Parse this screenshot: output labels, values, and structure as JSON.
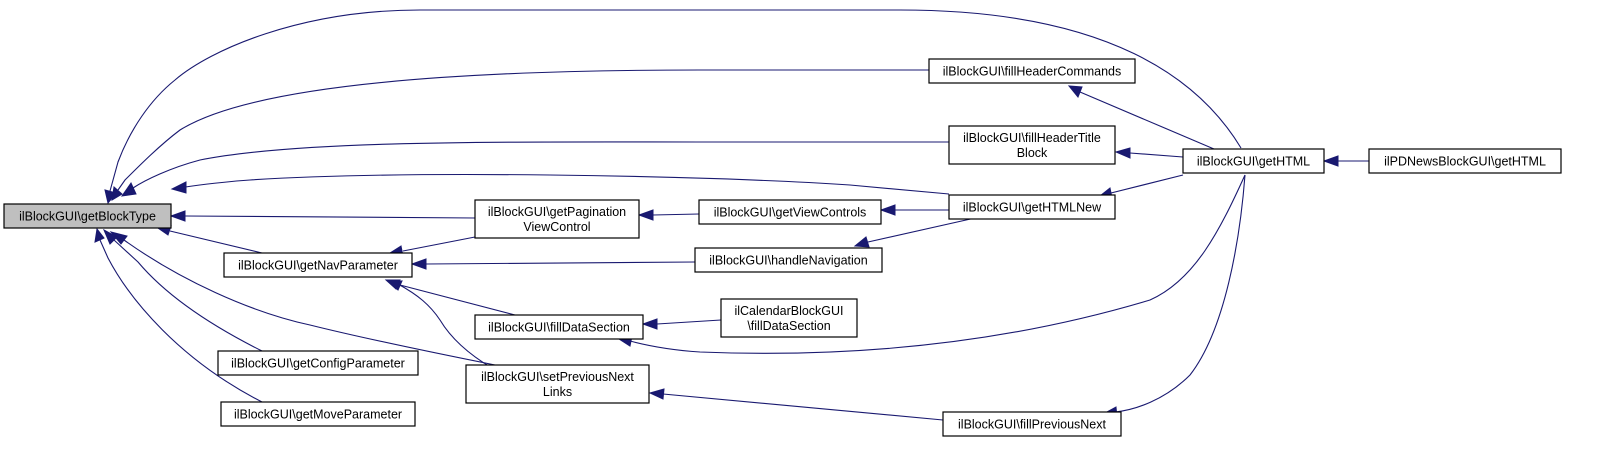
{
  "diagram": {
    "type": "call-graph",
    "edge_color": "#191970",
    "root_fill": "#bfbfbf",
    "nodes": [
      {
        "id": "getBlockType",
        "lines": [
          "ilBlockGUI\\getBlockType"
        ],
        "root": true
      },
      {
        "id": "fillHeaderCommands",
        "lines": [
          "ilBlockGUI\\fillHeaderCommands"
        ]
      },
      {
        "id": "fillHeaderTitleBlock",
        "lines": [
          "ilBlockGUI\\fillHeaderTitle",
          "Block"
        ]
      },
      {
        "id": "getHTML",
        "lines": [
          "ilBlockGUI\\getHTML"
        ]
      },
      {
        "id": "pdnewsGetHTML",
        "lines": [
          "ilPDNewsBlockGUI\\getHTML"
        ]
      },
      {
        "id": "getPaginationViewControl",
        "lines": [
          "ilBlockGUI\\getPagination",
          "ViewControl"
        ]
      },
      {
        "id": "getViewControls",
        "lines": [
          "ilBlockGUI\\getViewControls"
        ]
      },
      {
        "id": "getHTMLNew",
        "lines": [
          "ilBlockGUI\\getHTMLNew"
        ]
      },
      {
        "id": "getNavParameter",
        "lines": [
          "ilBlockGUI\\getNavParameter"
        ]
      },
      {
        "id": "handleNavigation",
        "lines": [
          "ilBlockGUI\\handleNavigation"
        ]
      },
      {
        "id": "fillDataSection",
        "lines": [
          "ilBlockGUI\\fillDataSection"
        ]
      },
      {
        "id": "calFillDataSection",
        "lines": [
          "ilCalendarBlockGUI",
          "\\fillDataSection"
        ]
      },
      {
        "id": "getConfigParameter",
        "lines": [
          "ilBlockGUI\\getConfigParameter"
        ]
      },
      {
        "id": "setPreviousNextLinks",
        "lines": [
          "ilBlockGUI\\setPreviousNext",
          "Links"
        ]
      },
      {
        "id": "getMoveParameter",
        "lines": [
          "ilBlockGUI\\getMoveParameter"
        ]
      },
      {
        "id": "fillPreviousNext",
        "lines": [
          "ilBlockGUI\\fillPreviousNext"
        ]
      }
    ],
    "edges": [
      {
        "from": "getHTML",
        "to": "getBlockType"
      },
      {
        "from": "fillHeaderCommands",
        "to": "getBlockType"
      },
      {
        "from": "fillHeaderTitleBlock",
        "to": "getBlockType"
      },
      {
        "from": "getHTMLNew",
        "to": "getBlockType"
      },
      {
        "from": "getPaginationViewControl",
        "to": "getBlockType"
      },
      {
        "from": "getNavParameter",
        "to": "getBlockType"
      },
      {
        "from": "setPreviousNextLinks",
        "to": "getBlockType"
      },
      {
        "from": "getConfigParameter",
        "to": "getBlockType"
      },
      {
        "from": "getMoveParameter",
        "to": "getBlockType"
      },
      {
        "from": "getHTML",
        "to": "fillHeaderCommands"
      },
      {
        "from": "getHTML",
        "to": "fillHeaderTitleBlock"
      },
      {
        "from": "getHTML",
        "to": "getHTMLNew"
      },
      {
        "from": "pdnewsGetHTML",
        "to": "getHTML"
      },
      {
        "from": "getHTMLNew",
        "to": "getViewControls"
      },
      {
        "from": "getViewControls",
        "to": "getPaginationViewControl"
      },
      {
        "from": "getPaginationViewControl",
        "to": "getNavParameter"
      },
      {
        "from": "getHTMLNew",
        "to": "handleNavigation"
      },
      {
        "from": "handleNavigation",
        "to": "getNavParameter"
      },
      {
        "from": "fillDataSection",
        "to": "getNavParameter"
      },
      {
        "from": "setPreviousNextLinks",
        "to": "getNavParameter"
      },
      {
        "from": "calFillDataSection",
        "to": "fillDataSection"
      },
      {
        "from": "getHTML",
        "to": "fillDataSection"
      },
      {
        "from": "fillPreviousNext",
        "to": "setPreviousNextLinks"
      },
      {
        "from": "getHTML",
        "to": "fillPreviousNext"
      }
    ]
  }
}
